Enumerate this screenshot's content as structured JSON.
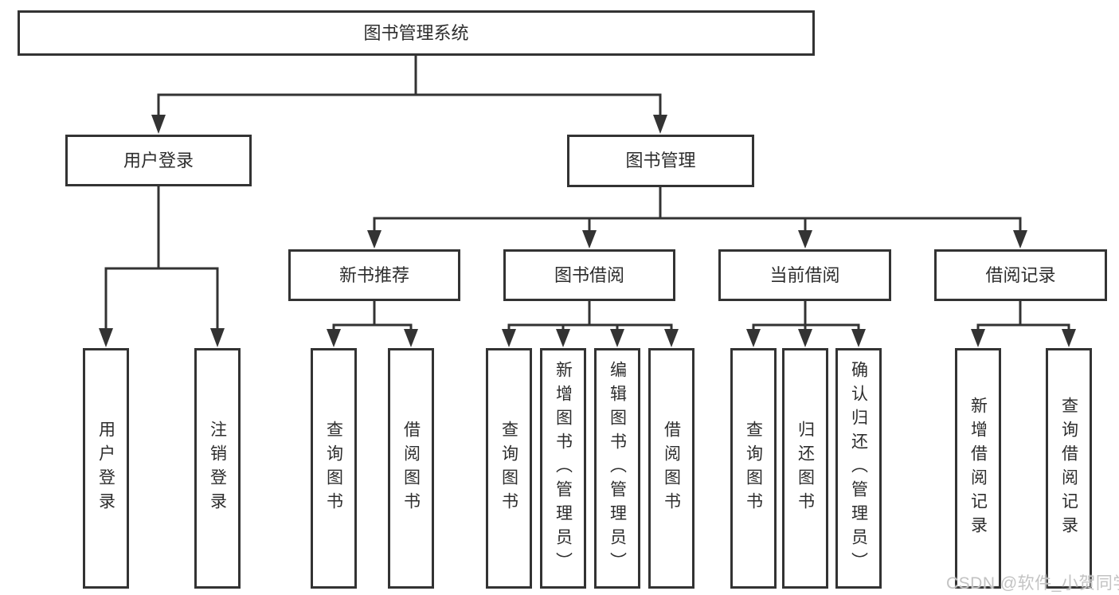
{
  "tree": {
    "root": {
      "label": "图书管理系统"
    },
    "branches": [
      {
        "label": "用户登录",
        "children": [
          {
            "label": "用户登录"
          },
          {
            "label": "注销登录"
          }
        ]
      },
      {
        "label": "图书管理",
        "children": [
          {
            "label": "新书推荐",
            "children": [
              {
                "label": "查询图书"
              },
              {
                "label": "借阅图书"
              }
            ]
          },
          {
            "label": "图书借阅",
            "children": [
              {
                "label": "查询图书"
              },
              {
                "label": "新增图书（管理员）"
              },
              {
                "label": "编辑图书（管理员）"
              },
              {
                "label": "借阅图书"
              }
            ]
          },
          {
            "label": "当前借阅",
            "children": [
              {
                "label": "查询图书"
              },
              {
                "label": "归还图书"
              },
              {
                "label": "确认归还（管理员）"
              }
            ]
          },
          {
            "label": "借阅记录",
            "children": [
              {
                "label": "新增借阅记录"
              },
              {
                "label": "查询借阅记录"
              }
            ]
          }
        ]
      }
    ]
  },
  "watermark": {
    "text": "CSDN @软件_小贺同学"
  },
  "colors": {
    "line": "#333333",
    "box_border": "#333333",
    "text": "#2d2d2d",
    "watermark": "#c3c3c3",
    "background": "#ffffff"
  }
}
